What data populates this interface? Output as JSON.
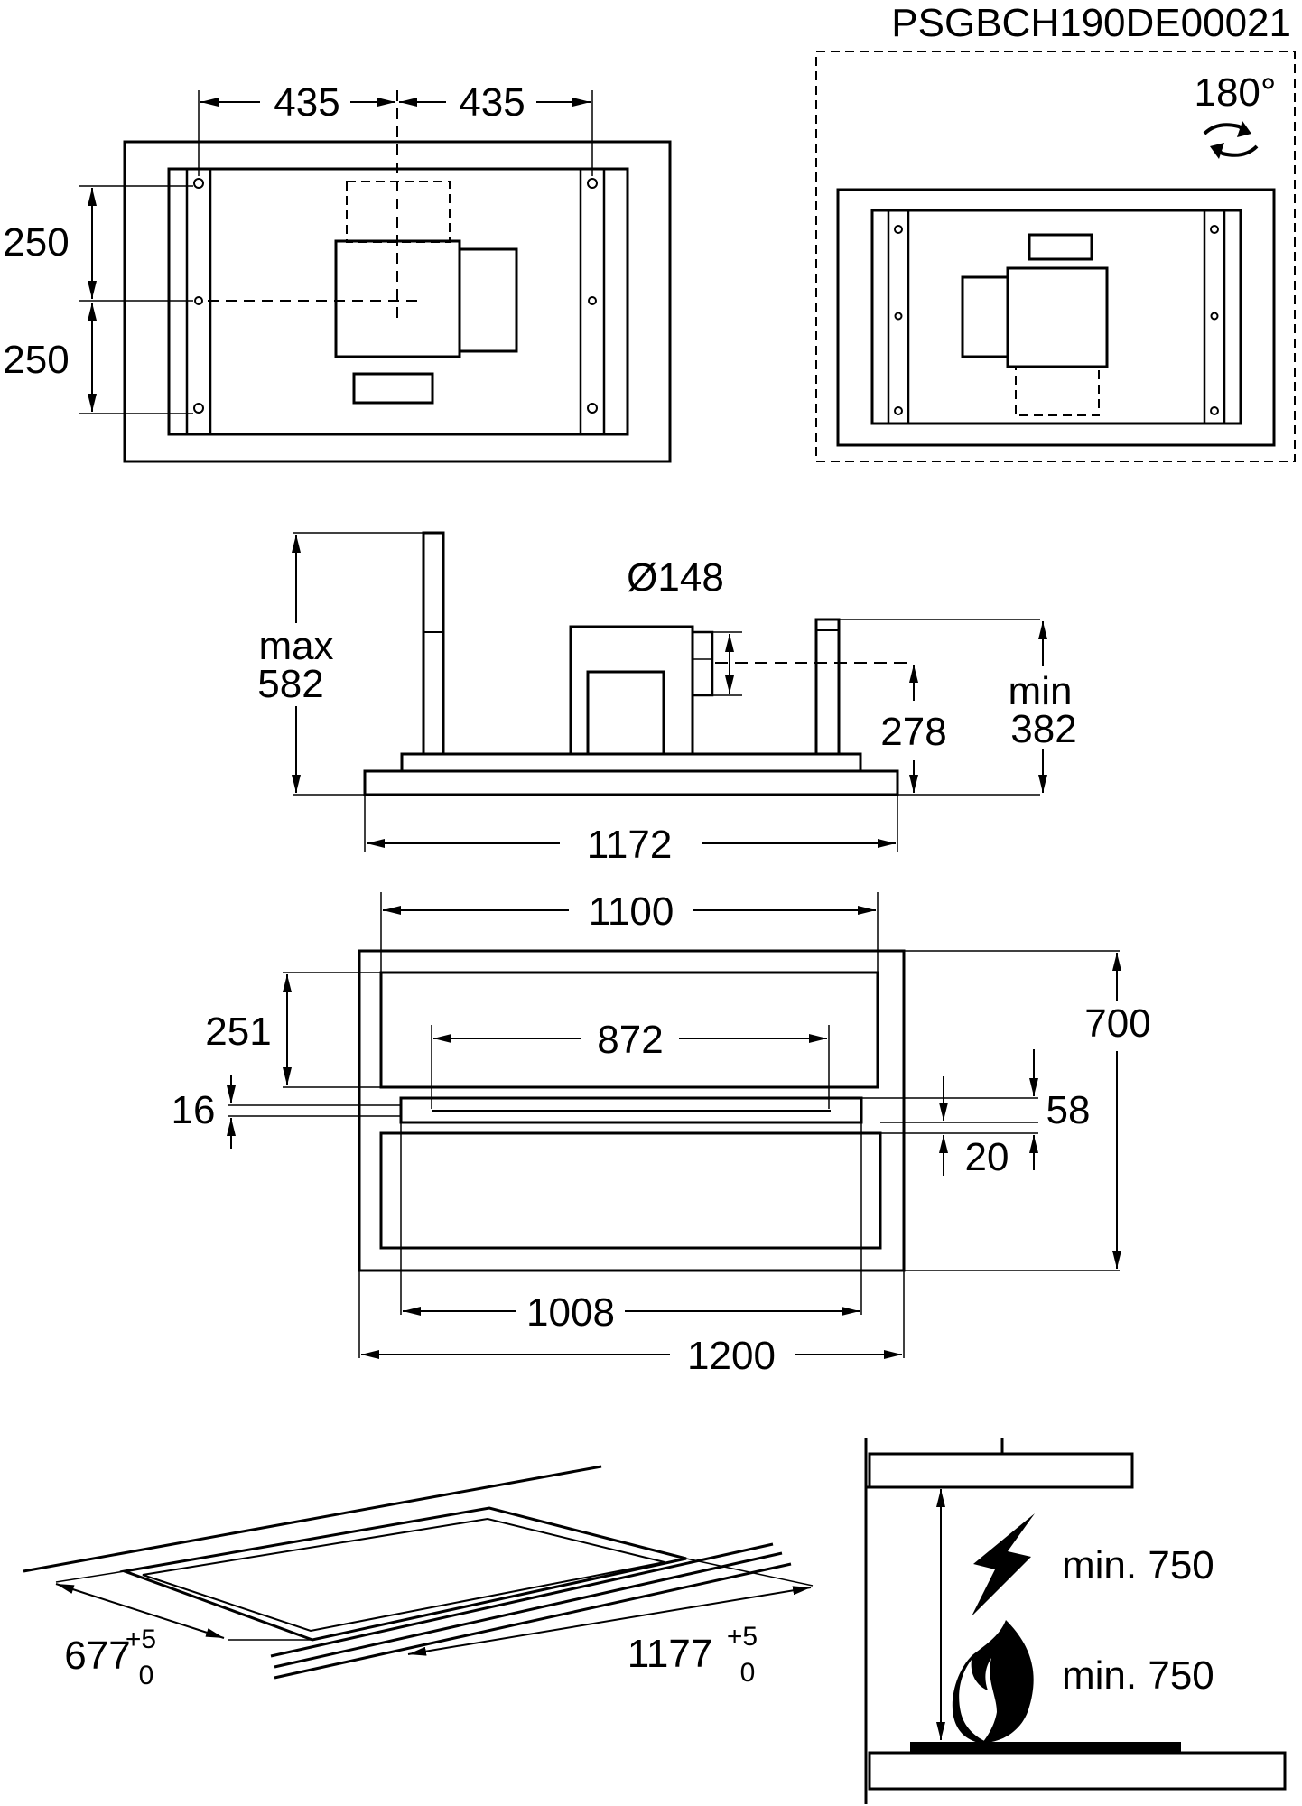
{
  "model_code": "PSGBCH190DE00021",
  "top_view": {
    "hole_spacing_left": "435",
    "hole_spacing_right": "435",
    "vertical_spacing_upper": "250",
    "vertical_spacing_lower": "250"
  },
  "rotated_view": {
    "rotation_label": "180°",
    "rotate_icon": "rotate-arrows-icon"
  },
  "side_view": {
    "duct_diameter": "Ø148",
    "max_label": "max",
    "max_height": "582",
    "min_label": "min",
    "min_height": "382",
    "outlet_height": "278",
    "overall_length": "1172"
  },
  "plan_view": {
    "width_1100": "1100",
    "depth_251": "251",
    "filter_width": "872",
    "gap_16": "16",
    "depth_58": "58",
    "depth_20": "20",
    "total_depth": "700",
    "inner_width": "1008",
    "total_width": "1200"
  },
  "cutout": {
    "depth": "677",
    "depth_tol_plus": "+5",
    "depth_tol_minus": "0",
    "width": "1177",
    "width_tol_plus": "+5",
    "width_tol_minus": "0"
  },
  "clearance": {
    "electric_label": "min. 750",
    "gas_label": "min. 750",
    "electric_icon": "lightning-icon",
    "gas_icon": "flame-icon"
  }
}
